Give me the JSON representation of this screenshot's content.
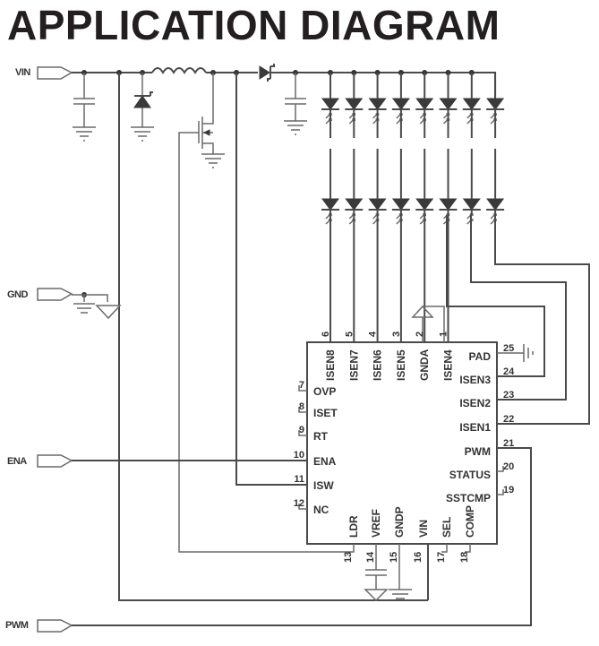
{
  "title": "APPLICATION DIAGRAM",
  "ports": {
    "vin": "VIN",
    "gnd": "GND",
    "ena": "ENA",
    "pwm": "PWM"
  },
  "ic": {
    "top_pins": [
      {
        "num": "6",
        "name": "ISEN8"
      },
      {
        "num": "5",
        "name": "ISEN7"
      },
      {
        "num": "4",
        "name": "ISEN6"
      },
      {
        "num": "3",
        "name": "ISEN5"
      },
      {
        "num": "2",
        "name": "GNDA"
      },
      {
        "num": "1",
        "name": "ISEN4"
      }
    ],
    "left_pins": [
      {
        "num": "7",
        "name": "OVP"
      },
      {
        "num": "8",
        "name": "ISET"
      },
      {
        "num": "9",
        "name": "RT"
      },
      {
        "num": "10",
        "name": "ENA"
      },
      {
        "num": "11",
        "name": "ISW"
      },
      {
        "num": "12",
        "name": "NC"
      }
    ],
    "right_pins": [
      {
        "num": "25",
        "name": "PAD"
      },
      {
        "num": "24",
        "name": "ISEN3"
      },
      {
        "num": "23",
        "name": "ISEN2"
      },
      {
        "num": "22",
        "name": "ISEN1"
      },
      {
        "num": "21",
        "name": "PWM"
      },
      {
        "num": "20",
        "name": "STATUS"
      },
      {
        "num": "19",
        "name": "SSTCMP"
      }
    ],
    "bottom_pins": [
      {
        "num": "13",
        "name": "LDR"
      },
      {
        "num": "14",
        "name": "VREF"
      },
      {
        "num": "15",
        "name": "GNDP"
      },
      {
        "num": "16",
        "name": "VIN"
      },
      {
        "num": "17",
        "name": "SEL"
      },
      {
        "num": "18",
        "name": "COMP"
      }
    ]
  },
  "led_strings": 8,
  "leds_per_string_shown": 2
}
